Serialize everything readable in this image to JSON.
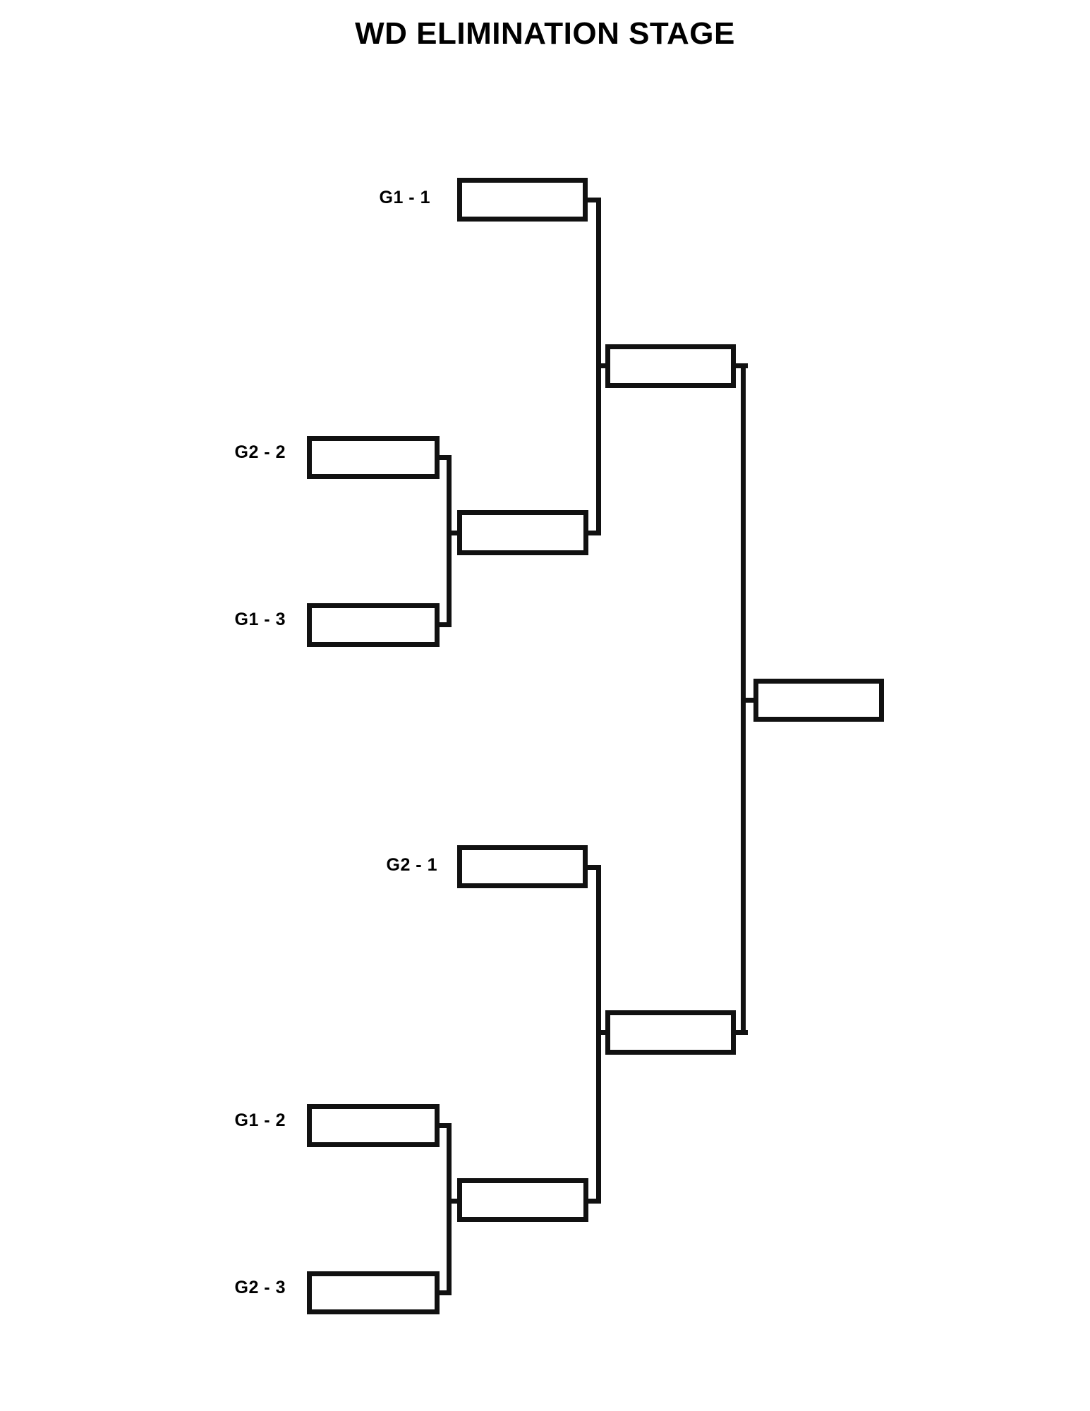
{
  "title": "WD ELIMINATION STAGE",
  "diagram": {
    "type": "single-elimination-bracket",
    "orientation": "left-to-right",
    "rounds": 4,
    "line_color": "#111111",
    "background_color": "#ffffff",
    "text_color": "#000000"
  },
  "seeds": [
    {
      "id": "g1-1",
      "label": "G1 - 1"
    },
    {
      "id": "g2-2",
      "label": "G2 - 2"
    },
    {
      "id": "g1-3",
      "label": "G1 - 3"
    },
    {
      "id": "g2-1",
      "label": "G2 - 1"
    },
    {
      "id": "g1-2",
      "label": "G1 - 2"
    },
    {
      "id": "g2-3",
      "label": "G2 - 3"
    }
  ],
  "slots": {
    "top_r1_g1_1": "",
    "top_r1_g2_2": "",
    "top_r1_g1_3": "",
    "top_r2_lower": "",
    "top_r3": "",
    "bottom_r1_g2_1": "",
    "bottom_r1_g1_2": "",
    "bottom_r1_g2_3": "",
    "bottom_r2_lower": "",
    "bottom_r3": "",
    "final": ""
  }
}
